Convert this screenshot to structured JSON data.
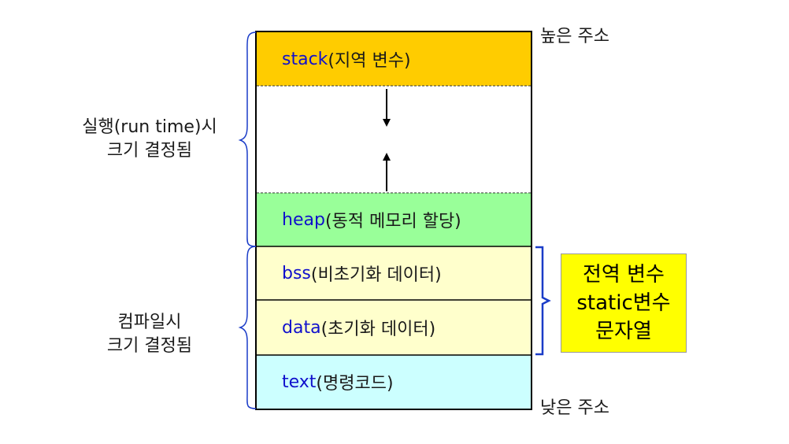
{
  "segments": [
    {
      "id": "stack",
      "keyword": "stack",
      "desc": "(지역 변수)",
      "color": "#ffcc00"
    },
    {
      "id": "free",
      "keyword": "",
      "desc": "",
      "color": "#ffffff"
    },
    {
      "id": "heap",
      "keyword": "heap",
      "desc": "(동적 메모리 할당)",
      "color": "#99ff99"
    },
    {
      "id": "bss",
      "keyword": "bss",
      "desc": "(비초기화 데이터)",
      "color": "#ffffcc"
    },
    {
      "id": "data",
      "keyword": "data",
      "desc": "(초기화 데이터)",
      "color": "#ffffcc"
    },
    {
      "id": "text",
      "keyword": "text",
      "desc": "(명령코드)",
      "color": "#ccffff"
    }
  ],
  "labels": {
    "high_address": "높은 주소",
    "low_address": "낮은 주소",
    "runtime_line1": "실행(run time)시",
    "runtime_line2": "크기 결정됨",
    "compile_line1": "컴파일시",
    "compile_line2": "크기 결정됨"
  },
  "callout": {
    "line1": "전역 변수",
    "line2": "static변수",
    "line3": "문자열",
    "background": "#ffff00"
  },
  "colors": {
    "keyword": "#1010cc",
    "brace": "#1a3cc8"
  }
}
